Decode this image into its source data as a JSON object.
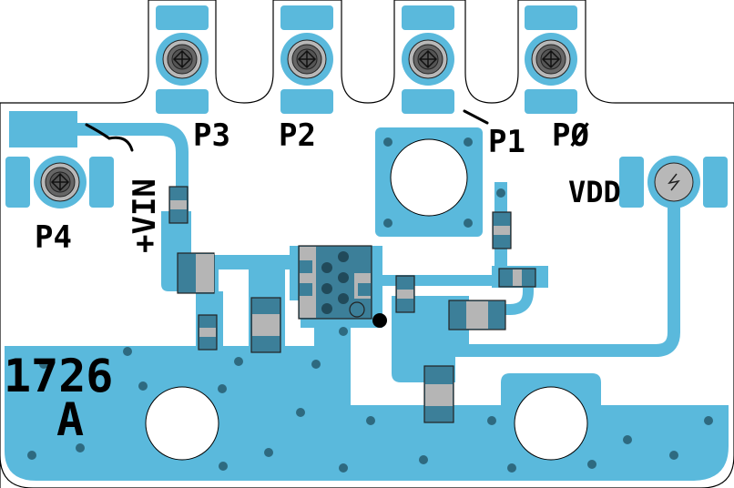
{
  "labels": {
    "p3": "P3",
    "p2": "P2",
    "p1": "P1",
    "p0": "PØ",
    "p4": "P4",
    "vin": "+VIN",
    "vdd": "VDD",
    "board_number": "1726",
    "revision": "A"
  },
  "colors": {
    "copper": "#5ab9dc",
    "component": "#3c7f99",
    "via": "#2e6a80",
    "outline": "#000000"
  }
}
